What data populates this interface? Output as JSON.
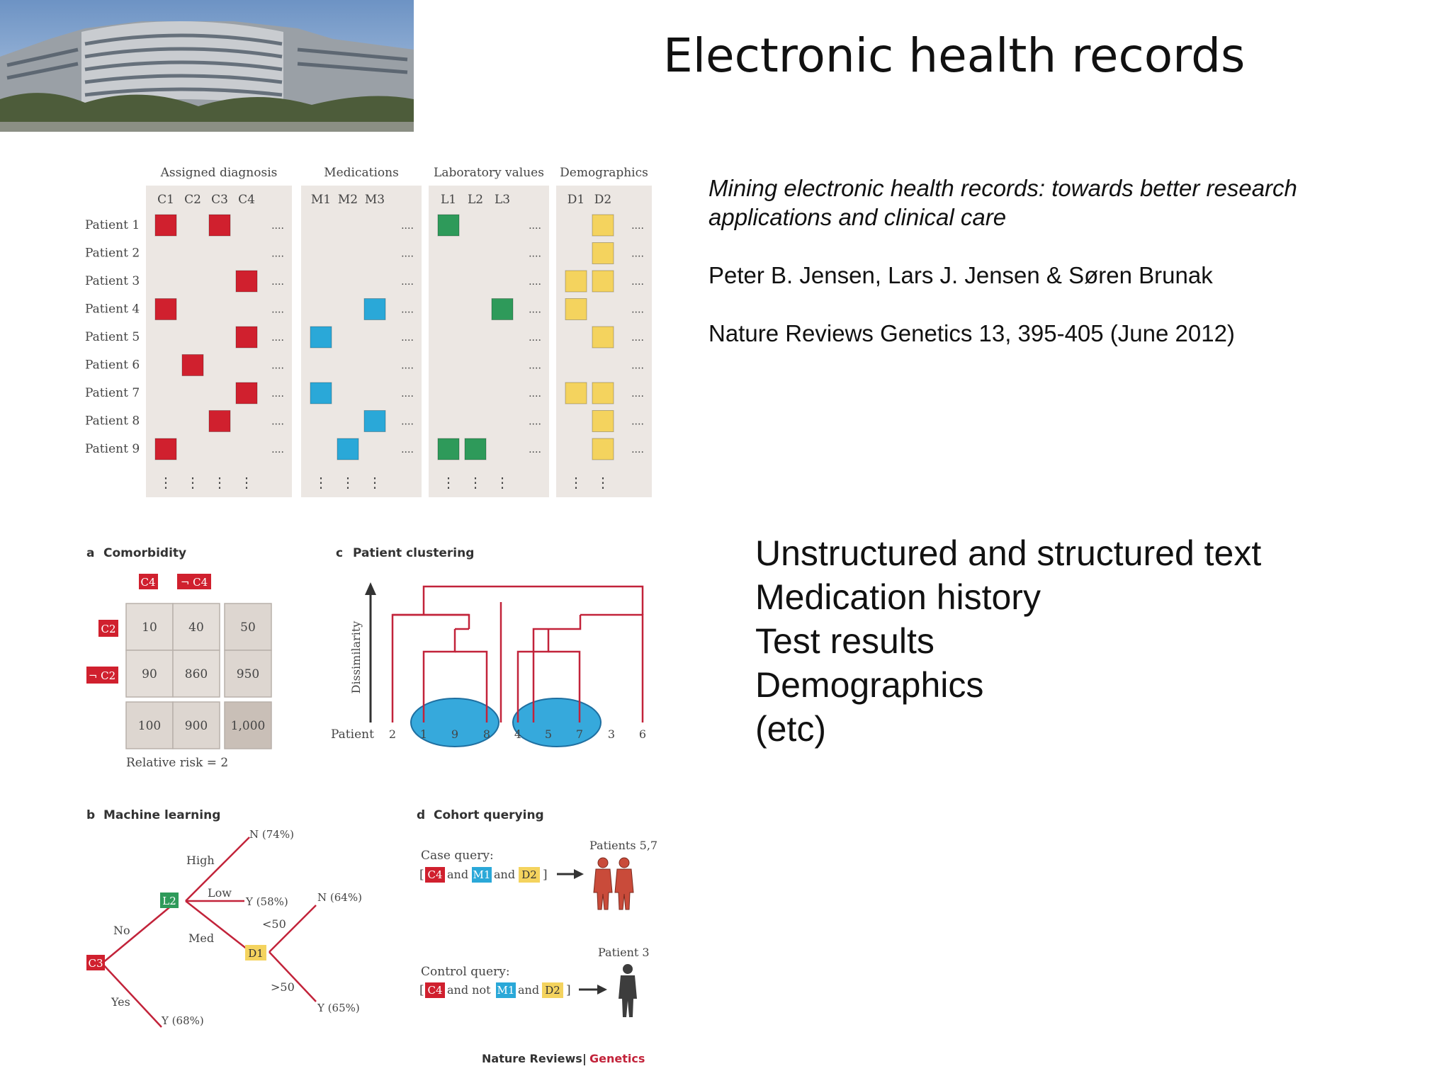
{
  "slide": {
    "title": "Electronic health records",
    "reference": {
      "title": "Mining electronic health records: towards better research applications and clinical care",
      "authors": "Peter B. Jensen, Lars J. Jensen & Søren Brunak",
      "journal": "Nature Reviews Genetics 13, 395-405 (June 2012)"
    },
    "bullets": [
      "Unstructured and structured text",
      "Medication history",
      "Test results",
      "Demographics",
      "(etc)"
    ]
  },
  "colors": {
    "diagnosis": "#d0202e",
    "medication": "#2aa8d8",
    "laboratory": "#2e9a5a",
    "demographic": "#f4d35e",
    "panel_bg": "#ece7e3",
    "tree_line": "#c2233a",
    "cluster_fill": "#36a9dc"
  },
  "matrix": {
    "groups": [
      {
        "label": "Assigned diagnosis",
        "columns": [
          "C1",
          "C2",
          "C3",
          "C4"
        ]
      },
      {
        "label": "Medications",
        "columns": [
          "M1",
          "M2",
          "M3"
        ]
      },
      {
        "label": "Laboratory values",
        "columns": [
          "L1",
          "L2",
          "L3"
        ]
      },
      {
        "label": "Demographics",
        "columns": [
          "D1",
          "D2"
        ]
      }
    ],
    "patients": [
      "Patient 1",
      "Patient 2",
      "Patient 3",
      "Patient 4",
      "Patient 5",
      "Patient 6",
      "Patient 7",
      "Patient 8",
      "Patient 9"
    ],
    "cells": [
      {
        "patient": 1,
        "group": 0,
        "col": 0
      },
      {
        "patient": 1,
        "group": 0,
        "col": 2
      },
      {
        "patient": 1,
        "group": 2,
        "col": 0
      },
      {
        "patient": 1,
        "group": 3,
        "col": 1
      },
      {
        "patient": 2,
        "group": 3,
        "col": 1
      },
      {
        "patient": 3,
        "group": 0,
        "col": 3
      },
      {
        "patient": 3,
        "group": 3,
        "col": 0
      },
      {
        "patient": 3,
        "group": 3,
        "col": 1
      },
      {
        "patient": 4,
        "group": 0,
        "col": 0
      },
      {
        "patient": 4,
        "group": 1,
        "col": 2
      },
      {
        "patient": 4,
        "group": 2,
        "col": 2
      },
      {
        "patient": 4,
        "group": 3,
        "col": 0
      },
      {
        "patient": 5,
        "group": 0,
        "col": 3
      },
      {
        "patient": 5,
        "group": 1,
        "col": 0
      },
      {
        "patient": 5,
        "group": 3,
        "col": 1
      },
      {
        "patient": 6,
        "group": 0,
        "col": 1
      },
      {
        "patient": 7,
        "group": 0,
        "col": 3
      },
      {
        "patient": 7,
        "group": 1,
        "col": 0
      },
      {
        "patient": 7,
        "group": 3,
        "col": 0
      },
      {
        "patient": 7,
        "group": 3,
        "col": 1
      },
      {
        "patient": 8,
        "group": 0,
        "col": 2
      },
      {
        "patient": 8,
        "group": 1,
        "col": 2
      },
      {
        "patient": 8,
        "group": 3,
        "col": 1
      },
      {
        "patient": 9,
        "group": 0,
        "col": 0
      },
      {
        "patient": 9,
        "group": 1,
        "col": 1
      },
      {
        "patient": 9,
        "group": 2,
        "col": 0
      },
      {
        "patient": 9,
        "group": 2,
        "col": 1
      },
      {
        "patient": 9,
        "group": 3,
        "col": 1
      }
    ],
    "ellipsis_row": "....",
    "ellipsis_col": "⋮"
  },
  "panel_a": {
    "letter": "a",
    "title": "Comorbidity",
    "col_labels": [
      "C4",
      "¬ C4"
    ],
    "row_labels": [
      "C2",
      "¬ C2"
    ],
    "cells": [
      [
        "10",
        "40",
        "50"
      ],
      [
        "90",
        "860",
        "950"
      ],
      [
        "100",
        "900",
        "1,000"
      ]
    ],
    "caption": "Relative risk = 2"
  },
  "panel_b": {
    "letter": "b",
    "title": "Machine learning",
    "nodes": {
      "root": "C3",
      "lab": "L2",
      "demo": "D1"
    },
    "edges": {
      "no": "No",
      "yes": "Yes",
      "high": "High",
      "low": "Low",
      "med": "Med",
      "lt50": "<50",
      "gt50": ">50"
    },
    "leaves": {
      "n74": "N (74%)",
      "y58": "Y (58%)",
      "n64": "N (64%)",
      "y68": "Y (68%)",
      "y65": "Y (65%)"
    }
  },
  "panel_c": {
    "letter": "c",
    "title": "Patient clustering",
    "ylabel": "Dissimilarity",
    "xlabel": "Patient",
    "leaves": [
      "2",
      "1",
      "9",
      "8",
      "4",
      "5",
      "7",
      "3",
      "6"
    ]
  },
  "panel_d": {
    "letter": "d",
    "title": "Cohort querying",
    "case": {
      "label": "Case query:",
      "open": "[",
      "t1": "C4",
      "w1": "and",
      "t2": "M1",
      "w2": "and",
      "t3": "D2",
      "close": "]",
      "result": "Patients 5,7"
    },
    "control": {
      "label": "Control query:",
      "open": "[",
      "t1": "C4",
      "w1": "and not",
      "t2": "M1",
      "w2": "and",
      "t3": "D2",
      "close": "]",
      "result": "Patient 3"
    }
  },
  "credit": {
    "journal": "Nature Reviews",
    "separator": "|",
    "section": "Genetics"
  }
}
